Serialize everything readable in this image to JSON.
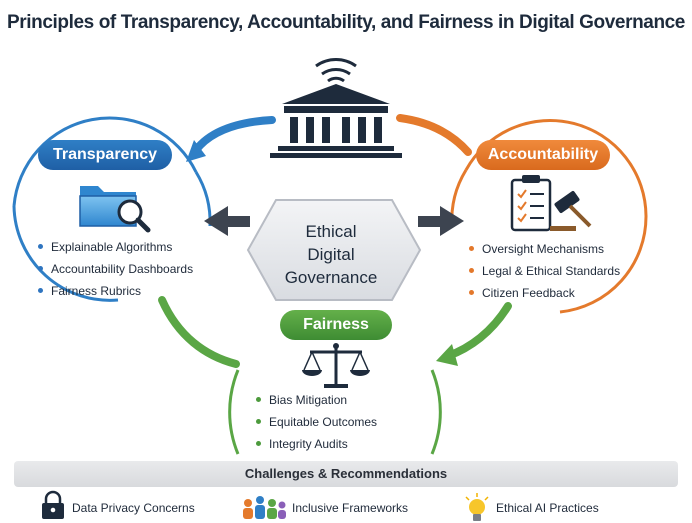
{
  "title": "Principles of Transparency, Accountability, and Fairness in Digital Governance",
  "center": {
    "line1": "Ethical",
    "line2": "Digital",
    "line3": "Governance"
  },
  "transparency": {
    "label": "Transparency",
    "items": [
      "Explainable Algorithms",
      "Accountability Dashboards",
      "Fairness Rubrics"
    ]
  },
  "accountability": {
    "label": "Accountability",
    "items": [
      "Oversight Mechanisms",
      "Legal & Ethical Standards",
      "Citizen Feedback"
    ]
  },
  "fairness": {
    "label": "Fairness",
    "items": [
      "Bias Mitigation",
      "Equitable Outcomes",
      "Integrity Audits"
    ]
  },
  "footer": {
    "heading": "Challenges & Recommendations",
    "items": [
      {
        "label": "Data Privacy Concerns",
        "icon": "lock-icon"
      },
      {
        "label": "Inclusive Frameworks",
        "icon": "people-group-icon"
      },
      {
        "label": "Ethical AI Practices",
        "icon": "lightbulb-icon"
      }
    ]
  },
  "colors": {
    "transparency": "#2f7fc6",
    "accountability": "#e47a2c",
    "fairness": "#5aa645",
    "center": "#e6e8ec"
  }
}
